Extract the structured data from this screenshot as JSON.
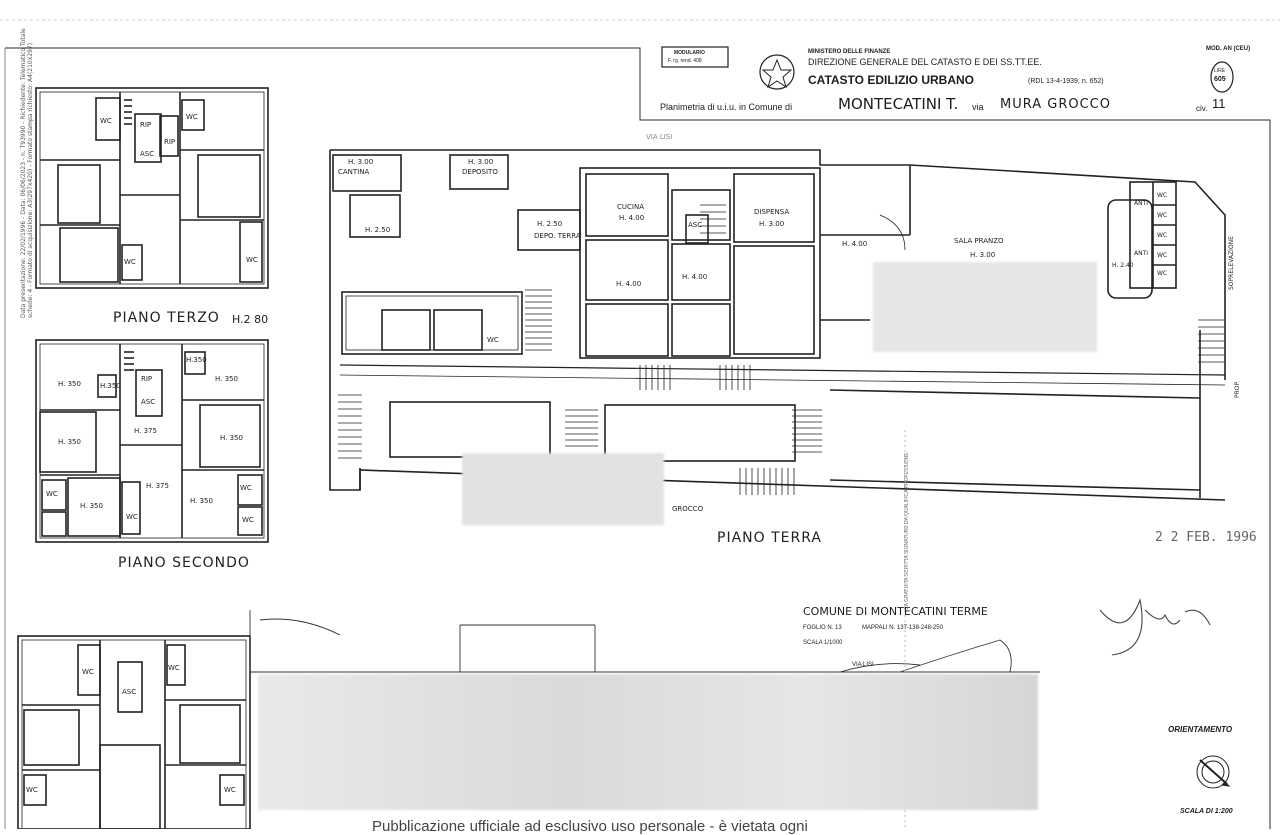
{
  "header": {
    "modulario": "MODULARIO",
    "modulario_sub": "F. rg. rend. 408",
    "ministry": "MINISTERO DELLE FINANZE",
    "direction": "DIREZIONE GENERALE DEL CATASTO E DEI SS.TT.EE.",
    "office": "CATASTO EDILIZIO URBANO",
    "law": "(RDL 13-4-1939, n. 652)",
    "mod": "MOD. AN (CEU)",
    "lire_label": "LIRE",
    "lire_value": "605",
    "planimetria_text": "Planimetria di u.i.u. in Comune di",
    "comune": "MONTECATINI T.",
    "via_label": "via",
    "via": "MURA GROCCO",
    "civ_label": "civ.",
    "civ": "11"
  },
  "floors": {
    "terzo": "PIANO  TERZO",
    "terzo_h": "H.2 80",
    "secondo": "PIANO  SECONDO",
    "terra": "PIANO   TERRA"
  },
  "rooms": {
    "wc": "WC",
    "asc": "ASC",
    "rip": "RIP",
    "h350": "H. 350",
    "h375": "H. 375",
    "h3_50": "H.350",
    "cantina": "CANTINA",
    "h300": "H. 3.00",
    "deposito_h": "H. 3.00",
    "deposito": "DEPOSITO",
    "h250": "H. 2.50",
    "h250b": "H. 2.50",
    "deposito_terra": "DEPO. TERRA",
    "cucina": "CUCINA",
    "cucina_h": "H. 4.00",
    "dispensa": "DISPENSA",
    "dispensa_h": "H. 3.00",
    "h400a": "H. 4.00",
    "h400b": "H. 4.00",
    "h400c": "H. 4.00",
    "sala": "SALA   PRANZO",
    "sala_h": "H. 3.00",
    "anti": "ANTI",
    "h240": "H. 2.40",
    "via_lisi": "VIA    LISI",
    "grocco": "GROCCO",
    "soprelevazione": "SOPRELEVAZIONE",
    "prop": "PROP."
  },
  "stamp": {
    "date": "2 2 FEB. 1996"
  },
  "comune_box": {
    "title": "COMUNE  DI  MONTECATINI  TERME",
    "foglio": "FOGLIO  N. 13",
    "mappali": "MAPPALI  N. 137-138-248-250",
    "scala": "SCALA  1/1000",
    "via_lisi": "VIA    LISI"
  },
  "orientamento": "ORIENTAMENTO",
  "scala": "SCALA DI 1:200",
  "footer": "Pubblicazione ufficiale ad esclusivo uso personale - è vietata ogni",
  "side_text": "Data presentazione: 22/02/1996 - Data: 06/06/2023 - n. T93990 - Richiedente: Telematico   Totale schede: 4 - Formato di acquisizione: A3(297x420) - Formato stampa richiesto: A4(210x297)",
  "vertical_note": "CA GRATUITA SCRITTA SIGNATURE DA QUALIFICA PROFESSIONE"
}
